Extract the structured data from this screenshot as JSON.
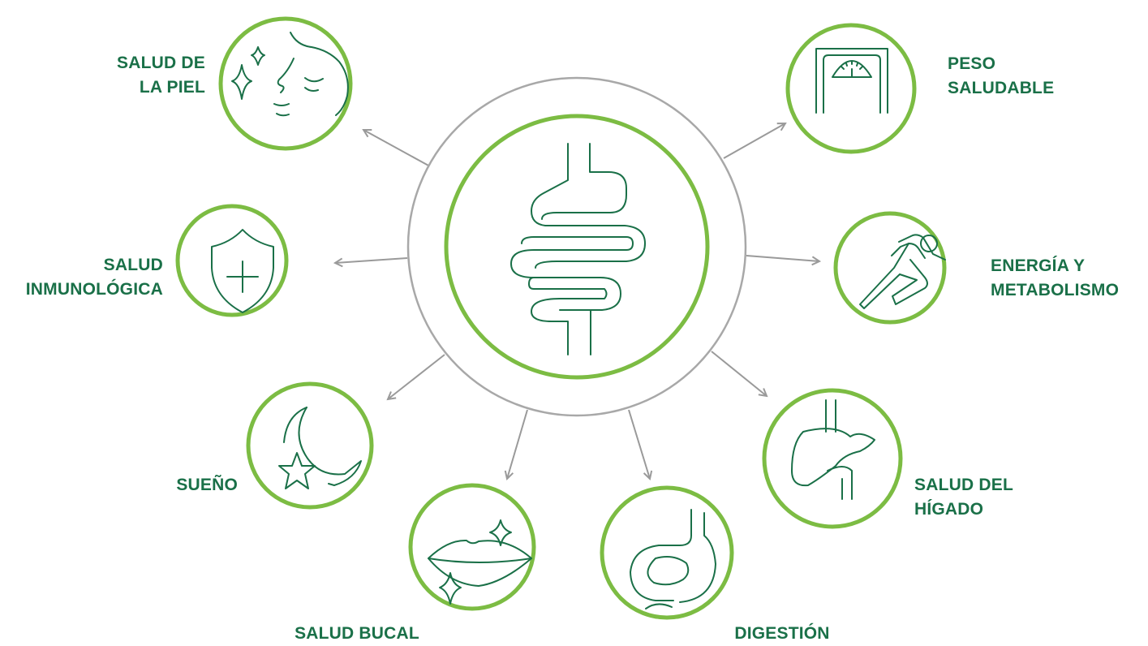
{
  "colors": {
    "ring": "#7cbc43",
    "icon": "#1a7048",
    "arrow": "#9a9a9a",
    "outer_circle": "#a8a8a8",
    "label": "#1a7048"
  },
  "center": {
    "icon": "intestine-icon"
  },
  "nodes": [
    {
      "id": "skin",
      "icon": "face-icon",
      "lines": [
        "SALUD DE",
        "LA PIEL"
      ]
    },
    {
      "id": "weight",
      "icon": "scale-icon",
      "lines": [
        "PESO",
        "SALUDABLE"
      ]
    },
    {
      "id": "immune",
      "icon": "shield-plus-icon",
      "lines": [
        "SALUD",
        "INMUNOLÓGICA"
      ]
    },
    {
      "id": "energy",
      "icon": "runner-icon",
      "lines": [
        "ENERGÍA Y",
        "METABOLISMO"
      ]
    },
    {
      "id": "sleep",
      "icon": "moon-star-icon",
      "lines": [
        "SUEÑO"
      ]
    },
    {
      "id": "oral",
      "icon": "lips-icon",
      "lines": [
        "SALUD BUCAL"
      ]
    },
    {
      "id": "digestion",
      "icon": "stomach-icon",
      "lines": [
        "DIGESTIÓN"
      ]
    },
    {
      "id": "liver",
      "icon": "liver-icon",
      "lines": [
        "SALUD DEL",
        "HÍGADO"
      ]
    }
  ]
}
